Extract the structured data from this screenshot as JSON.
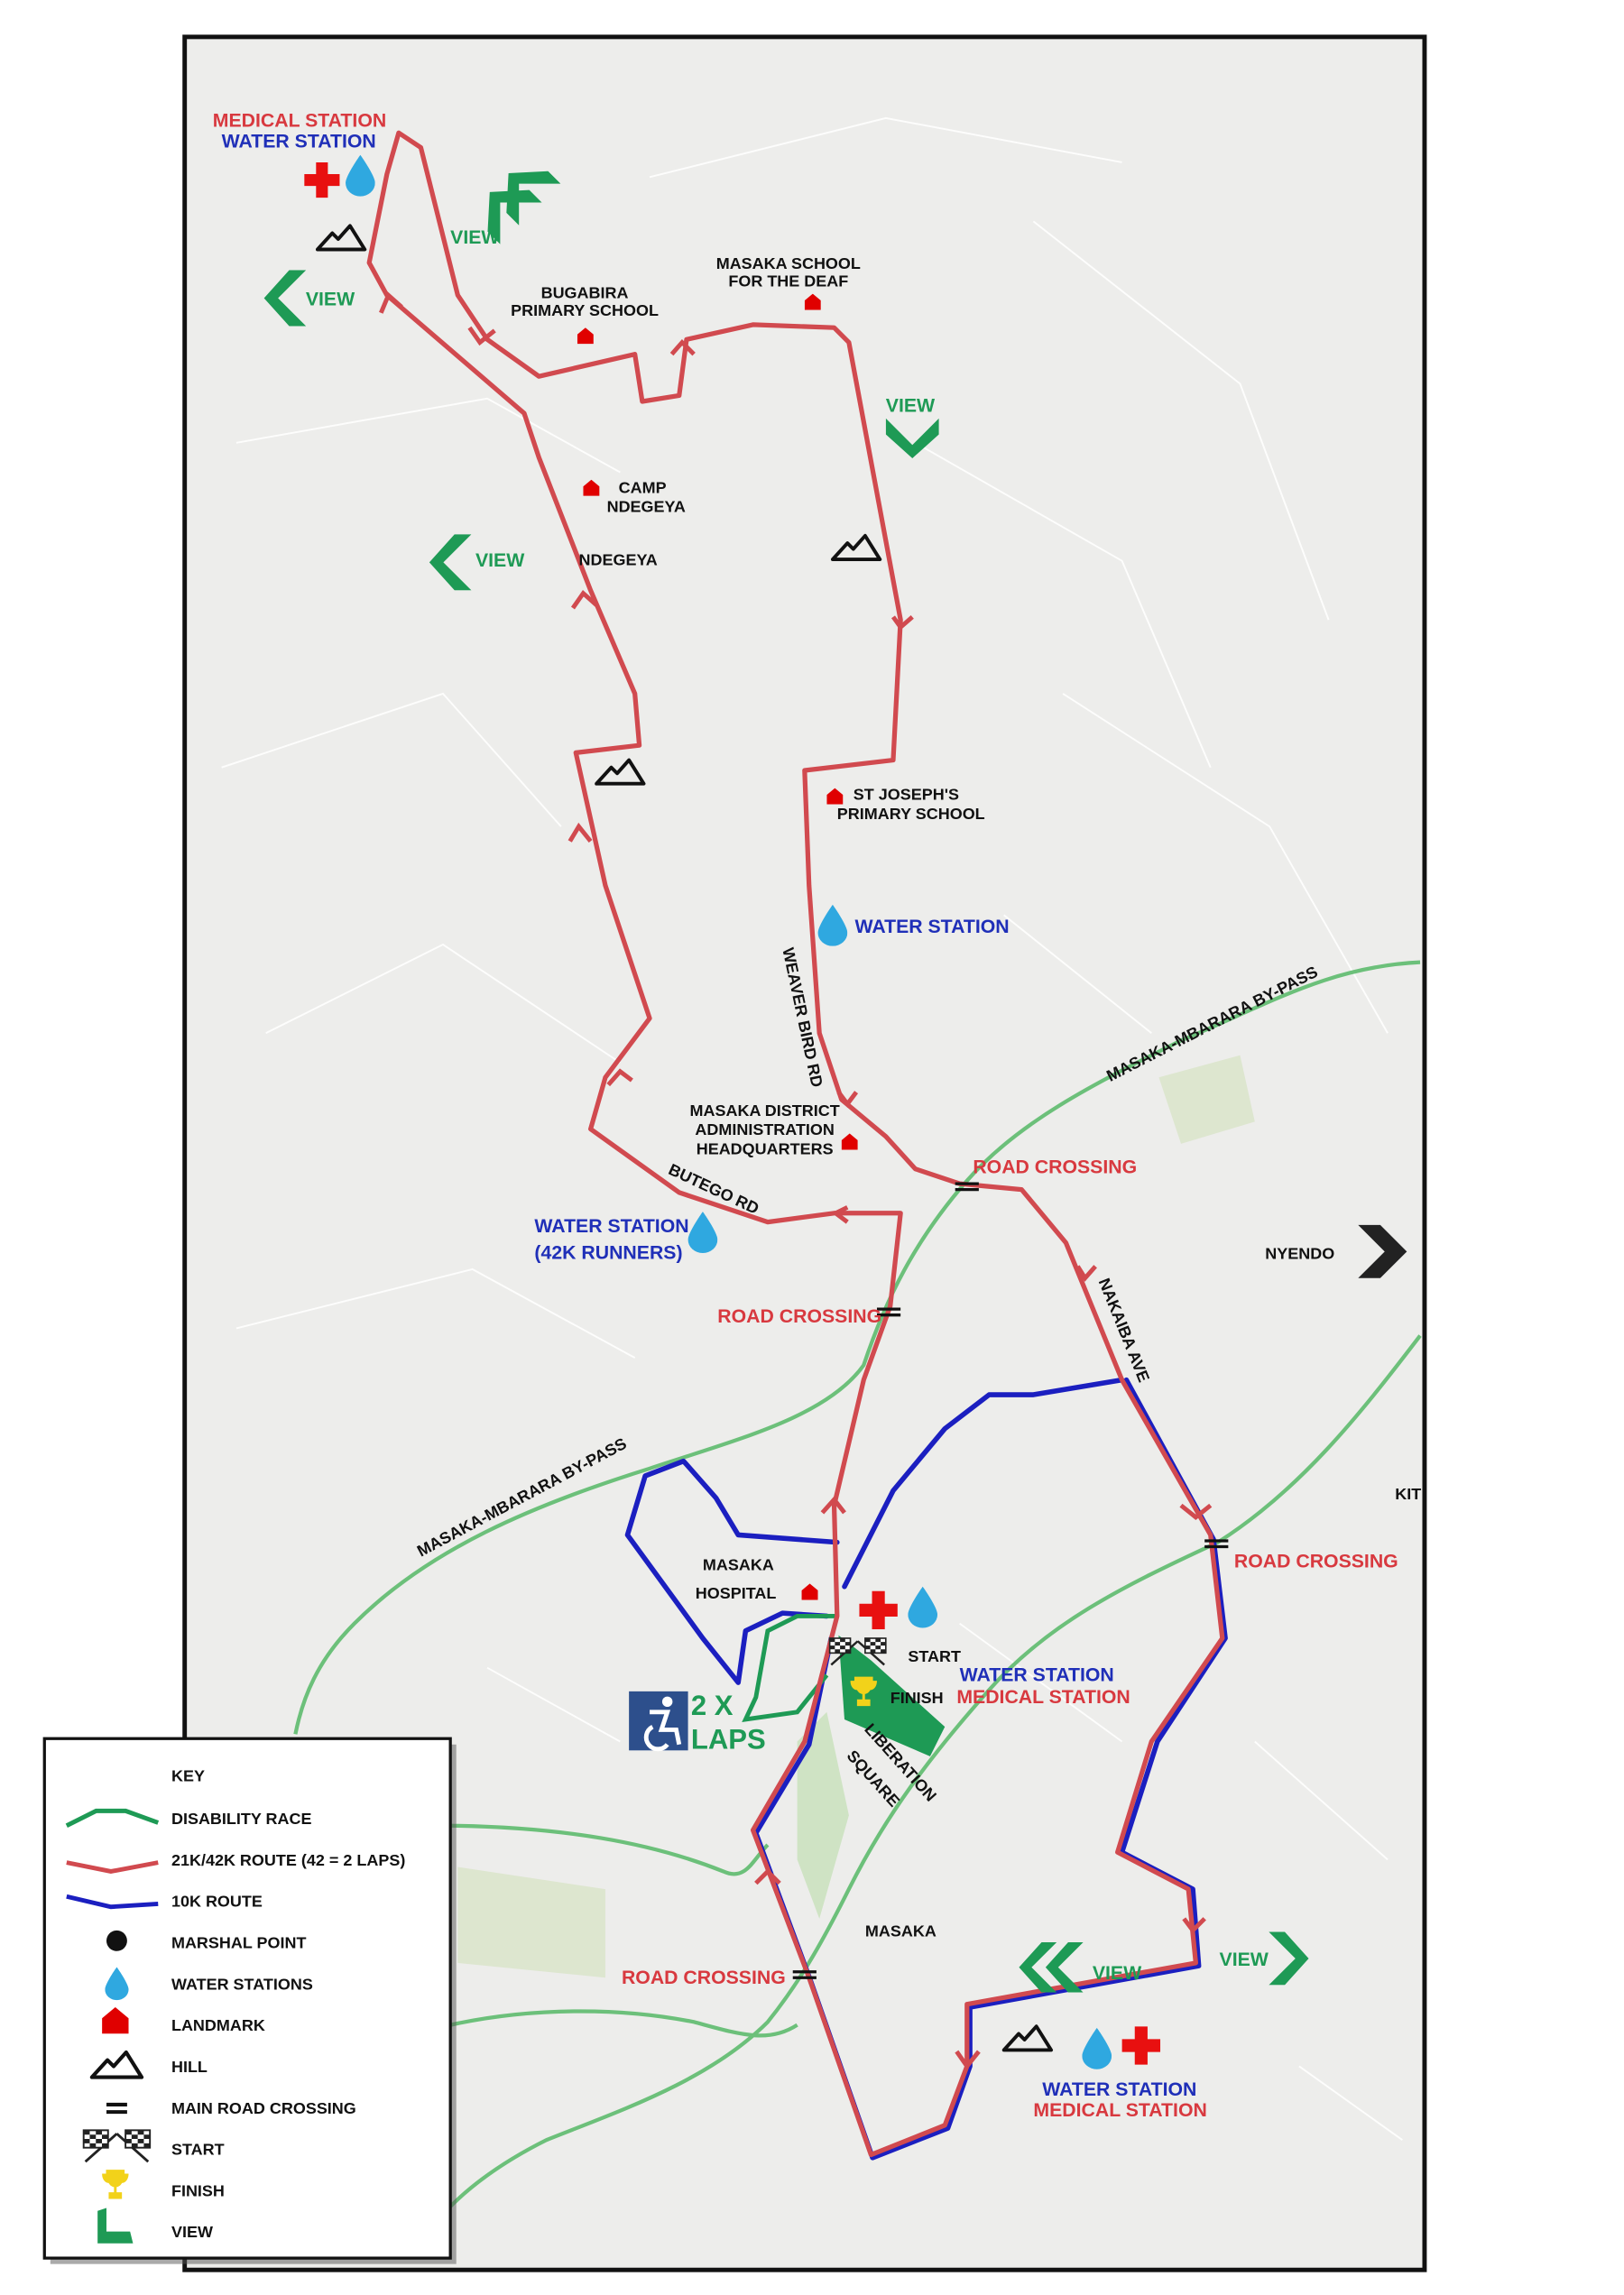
{
  "colors": {
    "red_route": "#d14a4f",
    "blue_route": "#1b1fc0",
    "green": "#1e9a55",
    "bypass": "#6cc07a",
    "water": "#2fa8e0",
    "landmark": "#e00000",
    "map_bg": "#ededeb"
  },
  "labels": {
    "nw_medical": "MEDICAL STATION",
    "nw_water": "WATER STATION",
    "view": "VIEW",
    "bugabira_1": "BUGABIRA",
    "bugabira_2": "PRIMARY SCHOOL",
    "deaf_1": "MASAKA SCHOOL",
    "deaf_2": "FOR THE DEAF",
    "camp_1": "CAMP",
    "camp_2": "NDEGEYA",
    "ndegeya": "NDEGEYA",
    "stjoseph_1": "ST JOSEPH'S",
    "stjoseph_2": "PRIMARY SCHOOL",
    "water_station": "WATER STATION",
    "weaver": "WEAVER BIRD RD",
    "district_1": "MASAKA DISTRICT",
    "district_2": "ADMINISTRATION",
    "district_3": "HEADQUARTERS",
    "bypass": "MASAKA-MBARARA BY-PASS",
    "road_crossing": "ROAD CROSSING",
    "butego": "BUTEGO RD",
    "water42_1": "WATER STATION",
    "water42_2": "(42K RUNNERS)",
    "nyendo": "NYENDO",
    "nakaiba": "NAKAIBA AVE",
    "hospital_1": "MASAKA",
    "hospital_2": "HOSPITAL",
    "start": "START",
    "finish": "FINISH",
    "center_water": "WATER STATION",
    "center_medical": "MEDICAL STATION",
    "laps_1": "2 X",
    "laps_2": "LAPS",
    "liberation_1": "LIBERATION",
    "liberation_2": "SQUARE",
    "masaka": "MASAKA",
    "south_water": "WATER STATION",
    "south_medical": "MEDICAL STATION",
    "kito": "KIT"
  },
  "key": {
    "title": "KEY",
    "items": [
      {
        "label": "DISABILITY RACE",
        "icon": "green-line"
      },
      {
        "label": "21K/42K ROUTE (42 = 2 LAPS)",
        "icon": "red-line"
      },
      {
        "label": "10K ROUTE",
        "icon": "blue-line"
      },
      {
        "label": "MARSHAL POINT",
        "icon": "black-dot"
      },
      {
        "label": "WATER STATIONS",
        "icon": "water-drop"
      },
      {
        "label": "LANDMARK",
        "icon": "landmark-house"
      },
      {
        "label": "HILL",
        "icon": "hill"
      },
      {
        "label": "MAIN ROAD CROSSING",
        "icon": "double-bar"
      },
      {
        "label": "START",
        "icon": "checkered-flags"
      },
      {
        "label": "FINISH",
        "icon": "trophy"
      },
      {
        "label": "VIEW",
        "icon": "green-chevron"
      }
    ]
  }
}
